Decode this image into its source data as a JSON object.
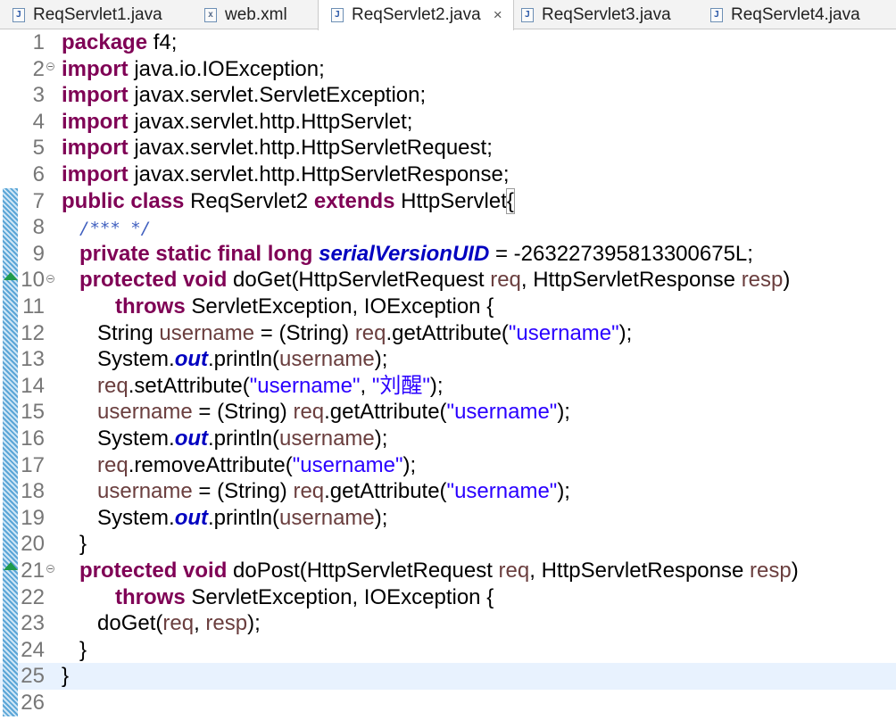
{
  "tabs": [
    {
      "label": "ReqServlet1.java",
      "icon": "java-file-icon",
      "glyph": "J",
      "active": false
    },
    {
      "label": "web.xml",
      "icon": "xml-file-icon",
      "glyph": "x",
      "active": false
    },
    {
      "label": "ReqServlet2.java",
      "icon": "java-file-icon",
      "glyph": "J",
      "active": true,
      "close": "×"
    },
    {
      "label": "ReqServlet3.java",
      "icon": "java-file-icon",
      "glyph": "J",
      "active": false
    },
    {
      "label": "ReqServlet4.java",
      "icon": "java-file-icon",
      "glyph": "J",
      "active": false
    }
  ],
  "colors": {
    "keyword": "#7f0055",
    "string": "#2a00ff",
    "variable": "#6a3e3e",
    "field": "#0000c0",
    "comment": "#3f5fbf",
    "current_line": "#e8f2fe",
    "override_marker": "#1f9a4b"
  },
  "editor": {
    "current_line": 25,
    "lines": [
      [
        {
          "t": "package",
          "c": "kw"
        },
        {
          "t": " f4;"
        }
      ],
      [
        {
          "t": "import",
          "c": "kw"
        },
        {
          "t": " java.io.IOException;"
        }
      ],
      [
        {
          "t": "import",
          "c": "kw"
        },
        {
          "t": " javax.servlet.ServletException;"
        }
      ],
      [
        {
          "t": "import",
          "c": "kw"
        },
        {
          "t": " javax.servlet.http.HttpServlet;"
        }
      ],
      [
        {
          "t": "import",
          "c": "kw"
        },
        {
          "t": " javax.servlet.http.HttpServletRequest;"
        }
      ],
      [
        {
          "t": "import",
          "c": "kw"
        },
        {
          "t": " javax.servlet.http.HttpServletResponse;"
        }
      ],
      [
        {
          "t": "public",
          "c": "kw"
        },
        {
          "t": " "
        },
        {
          "t": "class",
          "c": "kw"
        },
        {
          "t": " ReqServlet2 "
        },
        {
          "t": "extends",
          "c": "kw"
        },
        {
          "t": " HttpServlet"
        },
        {
          "t": "{",
          "c": "brkt"
        }
      ],
      [
        {
          "t": "   "
        },
        {
          "t": "/*** */",
          "c": "cm"
        }
      ],
      [
        {
          "t": "   "
        },
        {
          "t": "private",
          "c": "kw"
        },
        {
          "t": " "
        },
        {
          "t": "static",
          "c": "kw"
        },
        {
          "t": " "
        },
        {
          "t": "final",
          "c": "kw"
        },
        {
          "t": " "
        },
        {
          "t": "long",
          "c": "kw"
        },
        {
          "t": " "
        },
        {
          "t": "serialVersionUID",
          "c": "fld"
        },
        {
          "t": " = -263227395813300675L;"
        }
      ],
      [
        {
          "t": "   "
        },
        {
          "t": "protected",
          "c": "kw"
        },
        {
          "t": " "
        },
        {
          "t": "void",
          "c": "kw"
        },
        {
          "t": " doGet(HttpServletRequest "
        },
        {
          "t": "req",
          "c": "var"
        },
        {
          "t": ", HttpServletResponse "
        },
        {
          "t": "resp",
          "c": "var"
        },
        {
          "t": ")"
        }
      ],
      [
        {
          "t": "         "
        },
        {
          "t": "throws",
          "c": "kw"
        },
        {
          "t": " ServletException, IOException {"
        }
      ],
      [
        {
          "t": "      String "
        },
        {
          "t": "username",
          "c": "var"
        },
        {
          "t": " = (String) "
        },
        {
          "t": "req",
          "c": "var"
        },
        {
          "t": ".getAttribute("
        },
        {
          "t": "\"username\"",
          "c": "str"
        },
        {
          "t": ");"
        }
      ],
      [
        {
          "t": "      System."
        },
        {
          "t": "out",
          "c": "fld"
        },
        {
          "t": ".println("
        },
        {
          "t": "username",
          "c": "var"
        },
        {
          "t": ");"
        }
      ],
      [
        {
          "t": "      "
        },
        {
          "t": "req",
          "c": "var"
        },
        {
          "t": ".setAttribute("
        },
        {
          "t": "\"username\"",
          "c": "str"
        },
        {
          "t": ", "
        },
        {
          "t": "\"刘醒\"",
          "c": "str"
        },
        {
          "t": ");"
        }
      ],
      [
        {
          "t": "      "
        },
        {
          "t": "username",
          "c": "var"
        },
        {
          "t": " = (String) "
        },
        {
          "t": "req",
          "c": "var"
        },
        {
          "t": ".getAttribute("
        },
        {
          "t": "\"username\"",
          "c": "str"
        },
        {
          "t": ");"
        }
      ],
      [
        {
          "t": "      System."
        },
        {
          "t": "out",
          "c": "fld"
        },
        {
          "t": ".println("
        },
        {
          "t": "username",
          "c": "var"
        },
        {
          "t": ");"
        }
      ],
      [
        {
          "t": "      "
        },
        {
          "t": "req",
          "c": "var"
        },
        {
          "t": ".removeAttribute("
        },
        {
          "t": "\"username\"",
          "c": "str"
        },
        {
          "t": ");"
        }
      ],
      [
        {
          "t": "      "
        },
        {
          "t": "username",
          "c": "var"
        },
        {
          "t": " = (String) "
        },
        {
          "t": "req",
          "c": "var"
        },
        {
          "t": ".getAttribute("
        },
        {
          "t": "\"username\"",
          "c": "str"
        },
        {
          "t": ");"
        }
      ],
      [
        {
          "t": "      System."
        },
        {
          "t": "out",
          "c": "fld"
        },
        {
          "t": ".println("
        },
        {
          "t": "username",
          "c": "var"
        },
        {
          "t": ");"
        }
      ],
      [
        {
          "t": "   }"
        }
      ],
      [
        {
          "t": "   "
        },
        {
          "t": "protected",
          "c": "kw"
        },
        {
          "t": " "
        },
        {
          "t": "void",
          "c": "kw"
        },
        {
          "t": " doPost(HttpServletRequest "
        },
        {
          "t": "req",
          "c": "var"
        },
        {
          "t": ", HttpServletResponse "
        },
        {
          "t": "resp",
          "c": "var"
        },
        {
          "t": ")"
        }
      ],
      [
        {
          "t": "         "
        },
        {
          "t": "throws",
          "c": "kw"
        },
        {
          "t": " ServletException, IOException {"
        }
      ],
      [
        {
          "t": "      doGet("
        },
        {
          "t": "req",
          "c": "var"
        },
        {
          "t": ", "
        },
        {
          "t": "resp",
          "c": "var"
        },
        {
          "t": ");"
        }
      ],
      [
        {
          "t": "   }"
        }
      ],
      [
        {
          "t": "}"
        }
      ],
      []
    ]
  }
}
